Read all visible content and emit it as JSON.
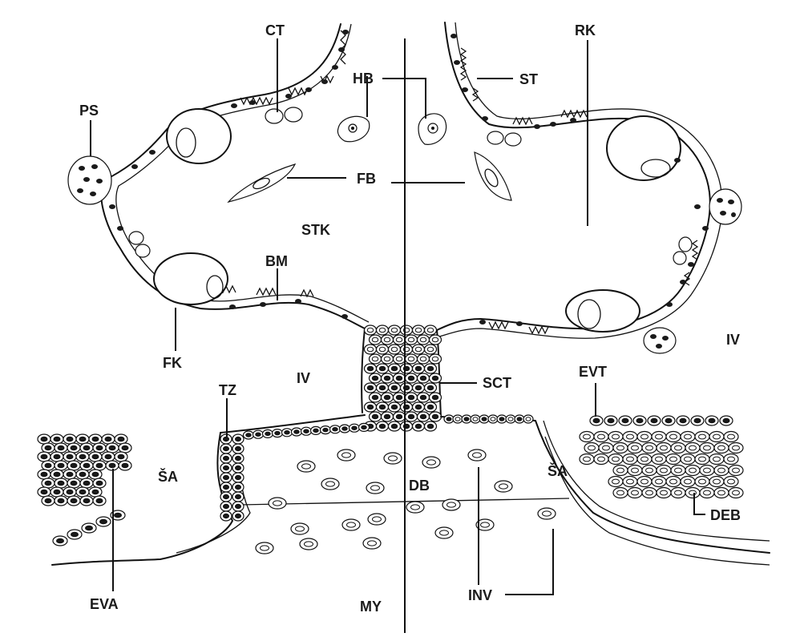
{
  "labels": {
    "ct": "CT",
    "rk": "RK",
    "hb": "HB",
    "st": "ST",
    "ps": "PS",
    "fb": "FB",
    "stk": "STK",
    "bm": "BM",
    "fk": "FK",
    "iv_center": "IV",
    "iv_right": "IV",
    "tz": "TZ",
    "sct": "SCT",
    "evt": "EVT",
    "sa_left": "ŠA",
    "sa_right": "ŠA",
    "db": "DB",
    "deb": "DEB",
    "eva": "EVA",
    "inv": "INV",
    "my": "MY"
  },
  "colors": {
    "ink": "#111111",
    "background": "#ffffff"
  }
}
